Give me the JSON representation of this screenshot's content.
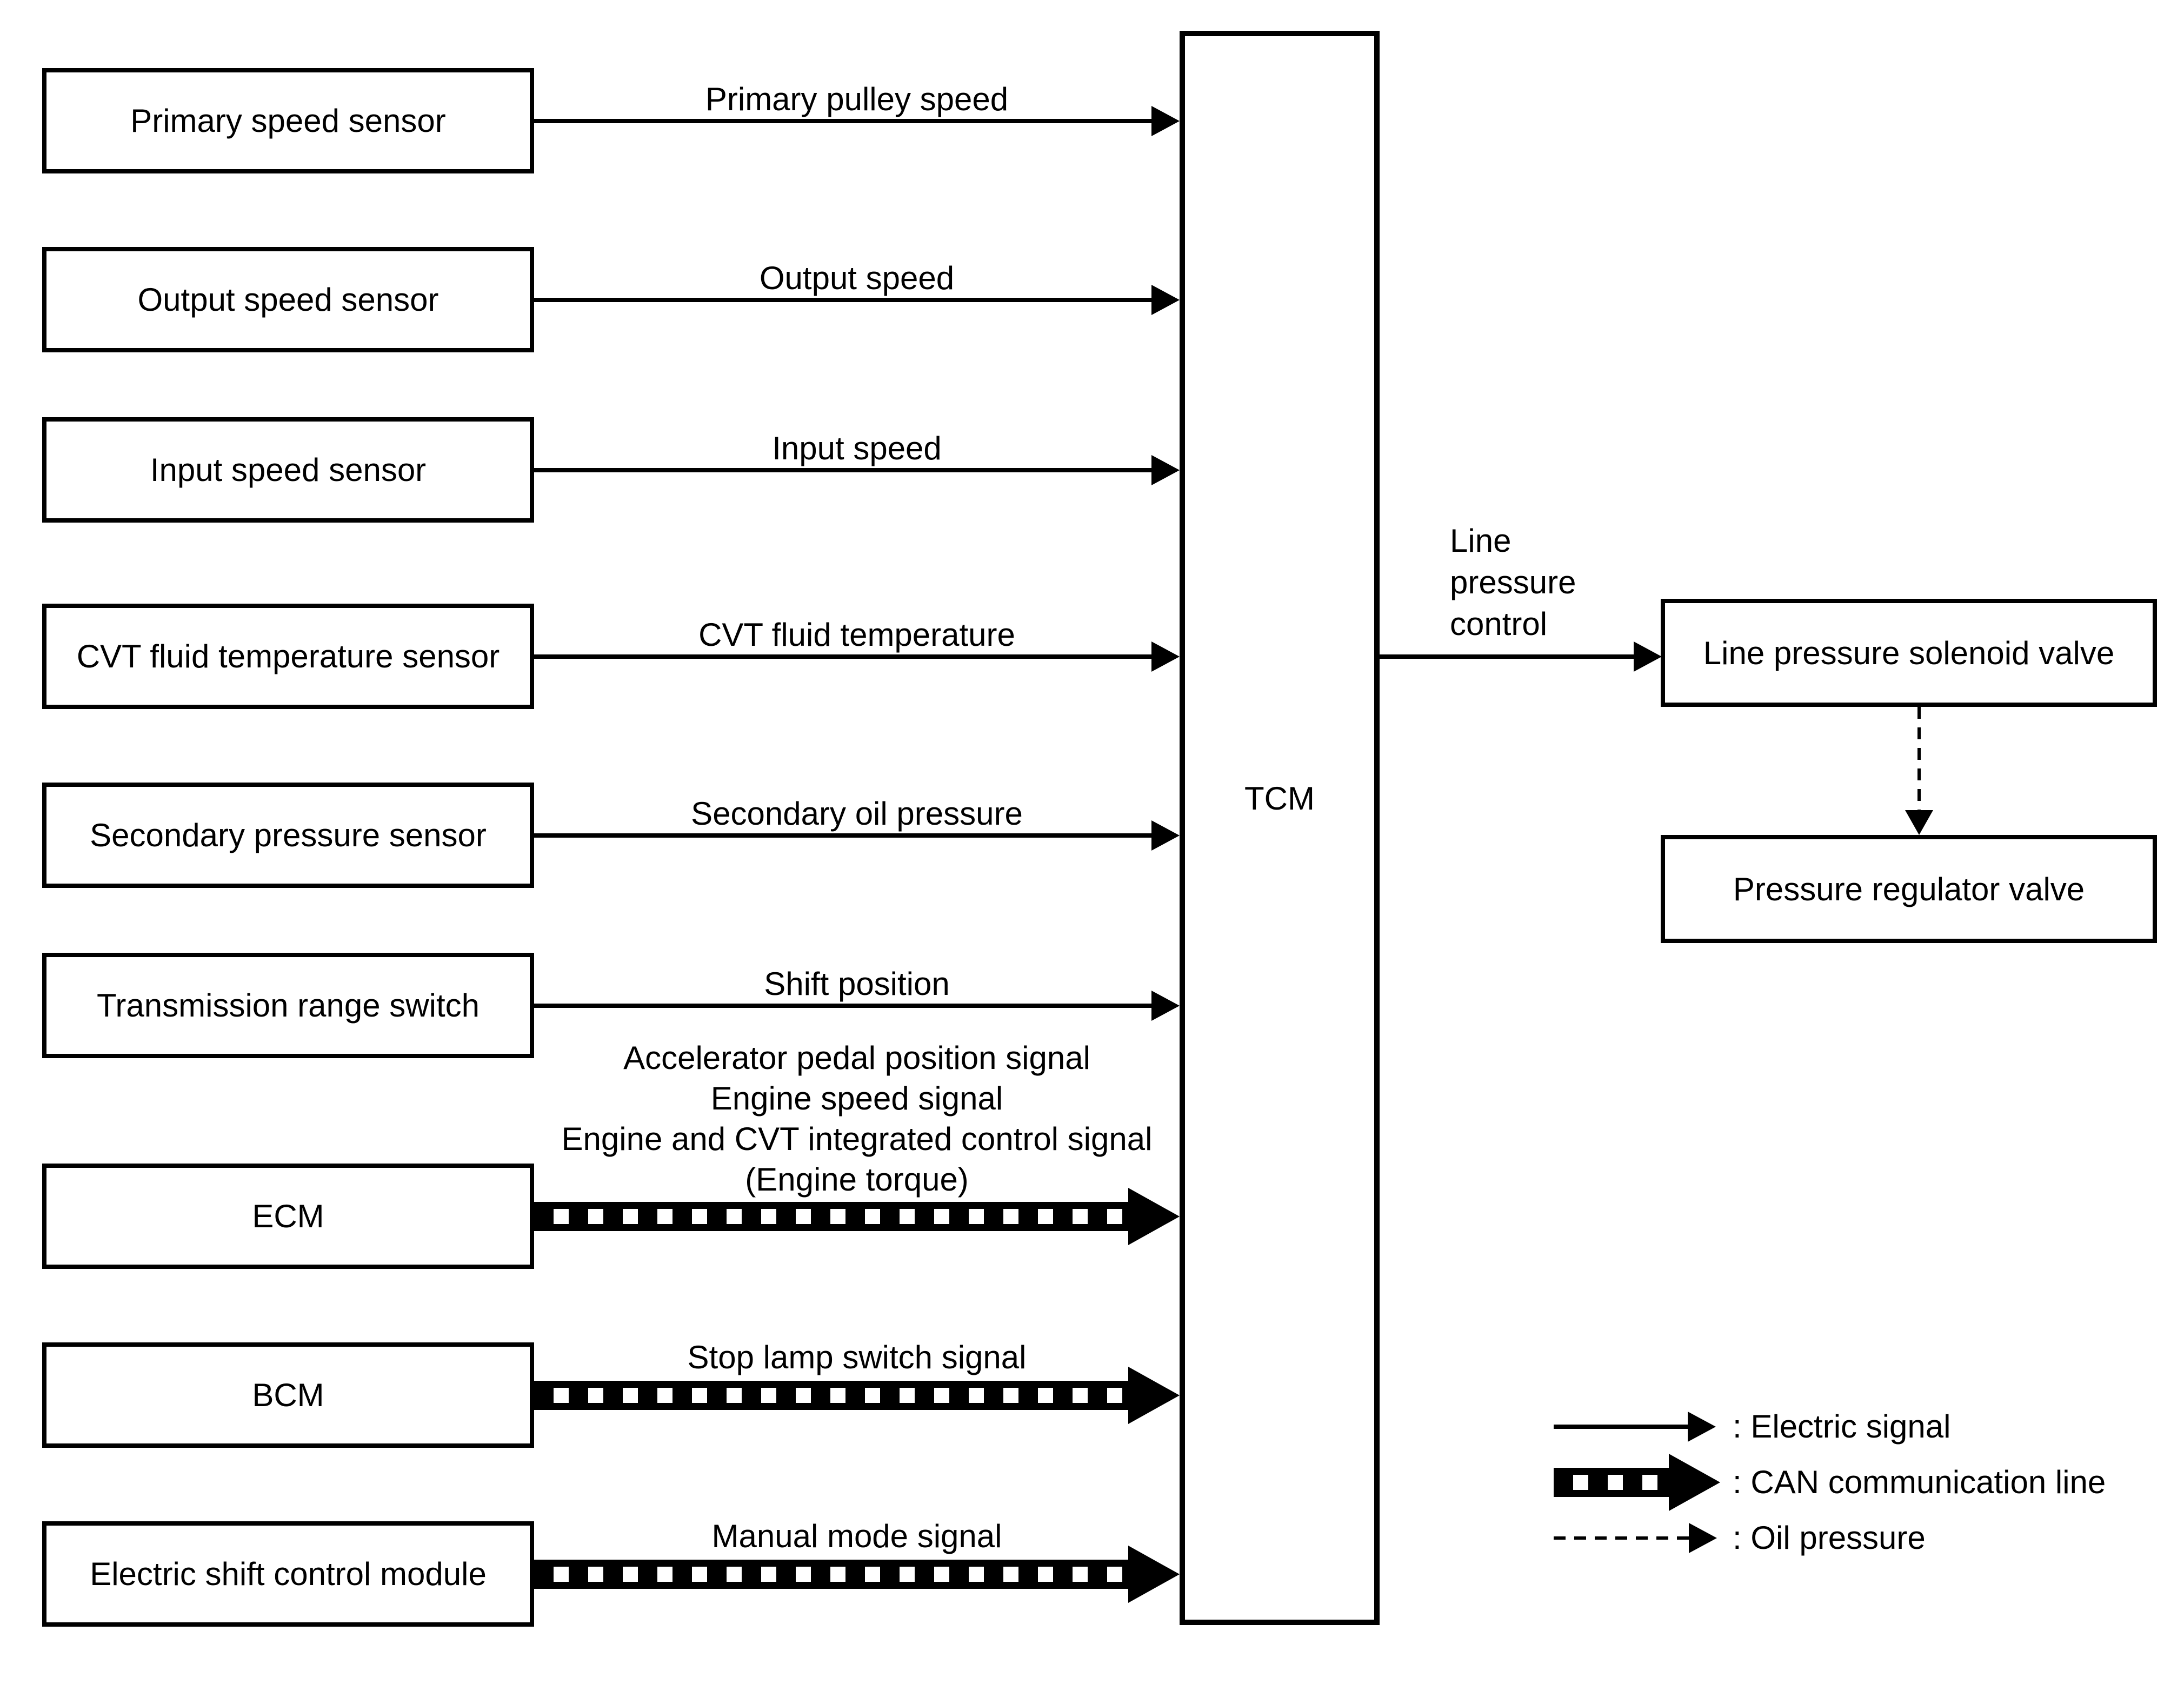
{
  "colors": {
    "ink": "#000000",
    "paper": "#ffffff"
  },
  "tcm": {
    "label": "TCM"
  },
  "inputs": [
    {
      "source": "Primary speed sensor",
      "signal": "Primary pulley speed",
      "line_type": "electric"
    },
    {
      "source": "Output speed sensor",
      "signal": "Output speed",
      "line_type": "electric"
    },
    {
      "source": "Input speed sensor",
      "signal": "Input speed",
      "line_type": "electric"
    },
    {
      "source": "CVT fluid temperature sensor",
      "signal": "CVT fluid temperature",
      "line_type": "electric"
    },
    {
      "source": "Secondary pressure sensor",
      "signal": "Secondary oil pressure",
      "line_type": "electric"
    },
    {
      "source": "Transmission range switch",
      "signal": "Shift position",
      "line_type": "electric"
    },
    {
      "source": "ECM",
      "signal_lines": [
        "Accelerator pedal position signal",
        "Engine speed signal",
        "Engine and CVT integrated control signal",
        "(Engine torque)"
      ],
      "line_type": "can"
    },
    {
      "source": "BCM",
      "signal": "Stop lamp switch signal",
      "line_type": "can"
    },
    {
      "source": "Electric shift control module",
      "signal": "Manual mode signal",
      "line_type": "can"
    }
  ],
  "output": {
    "label_lines": [
      "Line",
      "pressure",
      "control"
    ],
    "solenoid_valve": "Line pressure solenoid valve",
    "regulator_valve": "Pressure regulator valve",
    "flow_type": "oil"
  },
  "legend": {
    "electric": ": Electric signal",
    "can": ": CAN communication line",
    "oil": ": Oil pressure"
  }
}
